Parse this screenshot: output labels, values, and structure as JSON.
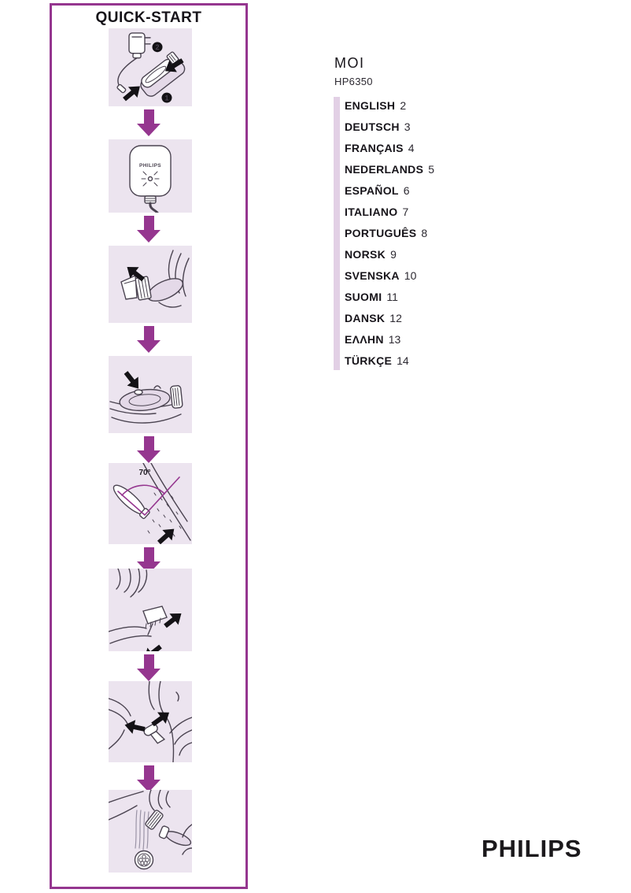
{
  "quickstart": {
    "title": "QUICK-START",
    "charger_label": "PHILIPS",
    "angle_label": "70°",
    "badge_1": "1",
    "badge_2": "2",
    "steps": [
      "plug-charger-and-dock-device",
      "charger-unit-indicator",
      "detach-shaving-head",
      "switch-on-device",
      "hold-at-70-degree-angle",
      "attach-trimming-comb",
      "trim-bikini-area",
      "rinse-head-under-tap"
    ]
  },
  "product": {
    "name": "MOI",
    "model": "HP6350"
  },
  "languages": [
    {
      "label": "ENGLISH",
      "page": "2"
    },
    {
      "label": "DEUTSCH",
      "page": "3"
    },
    {
      "label": "FRANÇAIS",
      "page": "4"
    },
    {
      "label": "NEDERLANDS",
      "page": "5"
    },
    {
      "label": "ESPAÑOL",
      "page": "6"
    },
    {
      "label": "ITALIANO",
      "page": "7"
    },
    {
      "label": "PORTUGUÊS",
      "page": "8"
    },
    {
      "label": "NORSK",
      "page": "9"
    },
    {
      "label": "SVENSKA",
      "page": "10"
    },
    {
      "label": "SUOMI",
      "page": "11"
    },
    {
      "label": "DANSK",
      "page": "12"
    },
    {
      "label": "ΕΛΛΗΝ",
      "page": "13"
    },
    {
      "label": "TÜRKÇE",
      "page": "14"
    }
  ],
  "logo": "PHILIPS",
  "colors": {
    "accent": "#95368f",
    "panel": "#ece4ef",
    "bar": "#e2d0e5",
    "ink": "#1c191e"
  }
}
